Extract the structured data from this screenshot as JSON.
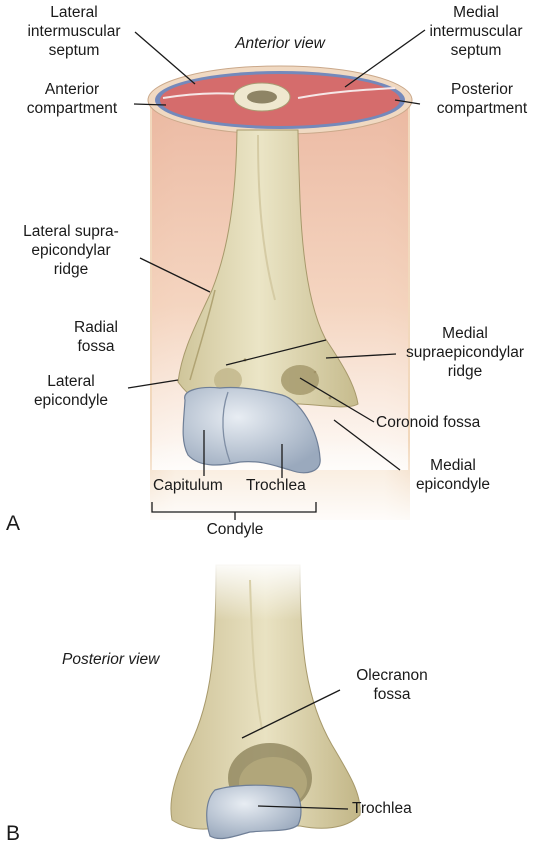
{
  "panel_a": {
    "letter": "A",
    "view_title": "Anterior view",
    "labels": {
      "lateral_septum": "Lateral\nintermuscular\nseptum",
      "medial_septum": "Medial\nintermuscular\nseptum",
      "anterior_compartment": "Anterior\ncompartment",
      "posterior_compartment": "Posterior\ncompartment",
      "lateral_ridge": "Lateral supra-\nepicondylar\nridge",
      "radial_fossa": "Radial\nfossa",
      "medial_ridge": "Medial\nsupraepicondylar\nridge",
      "lateral_epicondyle": "Lateral\nepicondyle",
      "coronoid_fossa": "Coronoid fossa",
      "medial_epicondyle": "Medial\nepicondyle",
      "capitulum": "Capitulum",
      "trochlea": "Trochlea",
      "condyle": "Condyle"
    }
  },
  "panel_b": {
    "letter": "B",
    "view_title": "Posterior view",
    "labels": {
      "olecranon_fossa": "Olecranon\nfossa",
      "trochlea": "Trochlea"
    }
  },
  "colors": {
    "bone": "#e2dbb6",
    "bone_shadow": "#b9ae84",
    "cartilage": "#c7d0dc",
    "muscle": "#d46a6a",
    "skin": "#f3dcc4",
    "fascia": "#6d86b8"
  }
}
